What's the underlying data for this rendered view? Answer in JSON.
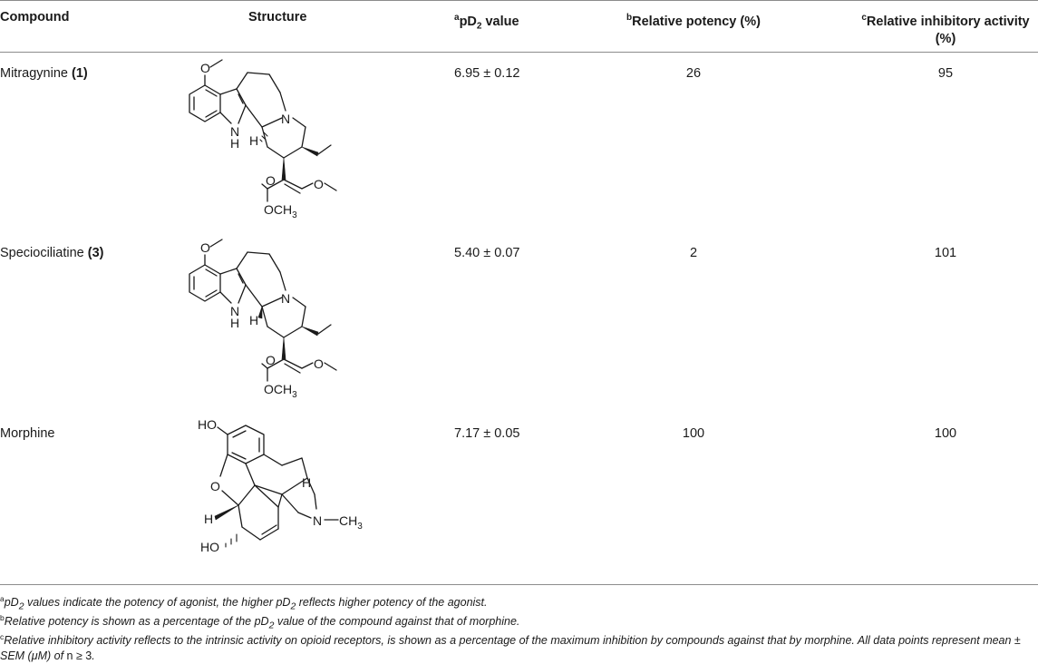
{
  "table": {
    "headers": {
      "compound": "Compound",
      "structure": "Structure",
      "pd2_sup": "a",
      "pd2_label": "pD",
      "pd2_sub": "2",
      "pd2_suffix": " value",
      "potency_sup": "b",
      "potency_label": "Relative potency (%)",
      "inhibitory_sup": "c",
      "inhibitory_label": "Relative inhibitory activity",
      "inhibitory_label2": "(%)"
    },
    "rows": [
      {
        "name": "Mitragynine ",
        "number": "(1)",
        "pd2": "6.95 ± 0.12",
        "potency": "26",
        "inhibitory": "95"
      },
      {
        "name": "Speciociliatine ",
        "number": "(3)",
        "pd2": "5.40 ± 0.07",
        "potency": "2",
        "inhibitory": "101"
      },
      {
        "name": "Morphine",
        "number": "",
        "pd2": "7.17 ± 0.05",
        "potency": "100",
        "inhibitory": "100"
      }
    ]
  },
  "structures": {
    "n_label": "N",
    "nh_label": "N",
    "h_label": "H",
    "o_label": "O",
    "och3_label": "OCH",
    "ch3_label": "CH",
    "sub3": "3",
    "ho_label": "HO"
  },
  "footnotes": {
    "a_sup": "a",
    "a_text1": "pD",
    "a_sub": "2",
    "a_text2": " values indicate the potency of agonist, the higher pD",
    "a_sub2": "2",
    "a_text3": " reflects higher potency of the agonist.",
    "b_sup": "b",
    "b_text1": "Relative potency is shown as a percentage of the pD",
    "b_sub": "2",
    "b_text2": " value of the compound against that of morphine.",
    "c_sup": "c",
    "c_text1": "Relative inhibitory activity reflects to the intrinsic activity on opioid receptors, is shown as a percentage of the maximum inhibition by compounds against that by morphine. All data points represent mean ± SEM (μM) of ",
    "c_text2": "n ≥ 3",
    "c_text3": "."
  }
}
